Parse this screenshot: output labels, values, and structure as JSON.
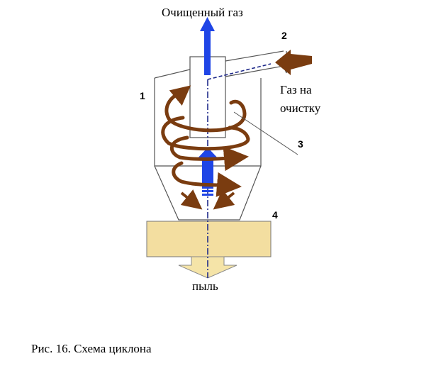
{
  "labels": {
    "clean_gas": "Очищенный газ",
    "gas_in_line1": "Газ на",
    "gas_in_line2": "очистку",
    "dust": "пыль",
    "num_1": "1",
    "num_2": "2",
    "num_3": "3",
    "num_4": "4"
  },
  "caption": "Рис. 16. Схема циклона",
  "colors": {
    "flow_blue": "#1f45e6",
    "swirl_brown": "#7a3c10",
    "bin_fill": "#f3dea0",
    "dust_arrow": "#f5e4a8",
    "outline": "#555555"
  }
}
